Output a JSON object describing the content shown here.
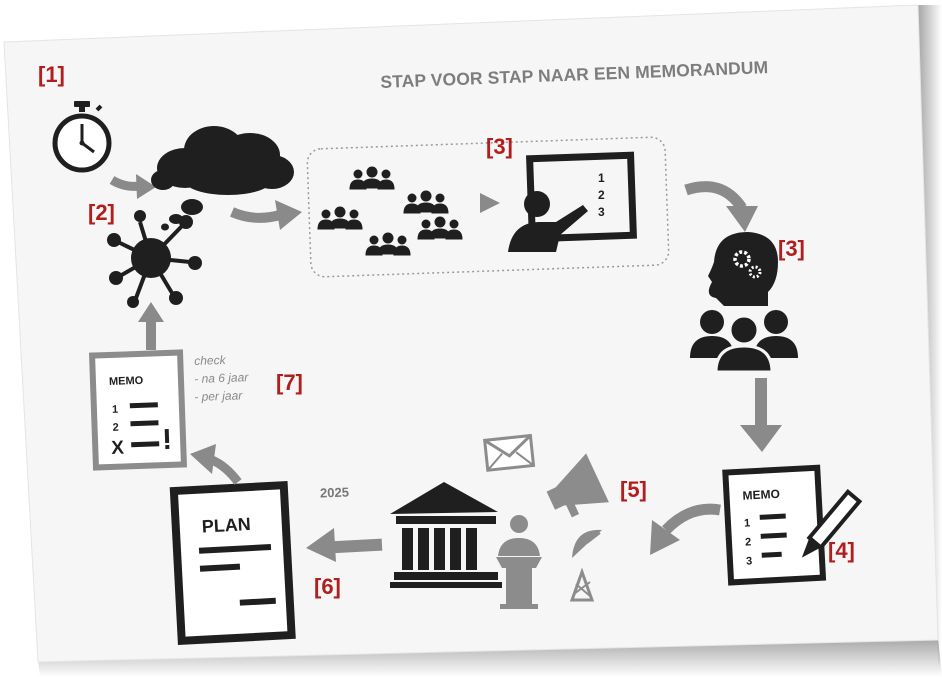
{
  "title": "STAP VOOR STAP NAAR EEN MEMORANDUM",
  "labels": {
    "s1": "[1]",
    "s2": "[2]",
    "s3a": "[3]",
    "s3b": "[3]",
    "s4": "[4]",
    "s5": "[5]",
    "s6": "[6]",
    "s7": "[7]"
  },
  "check_note": {
    "line1": "check",
    "line2": "- na 6 jaar",
    "line3": "- per jaar"
  },
  "year": "2025",
  "board_numbers": [
    "1",
    "2",
    "3"
  ],
  "memo_main": {
    "heading": "MEMO",
    "rows": [
      "1",
      "2",
      "3"
    ]
  },
  "memo_small": {
    "heading": "MEMO",
    "rows": [
      "1",
      "2",
      "X"
    ]
  },
  "plan_heading": "PLAN",
  "colors": {
    "label_red": "#b01e1e",
    "icon_dark": "#1f1f1f",
    "icon_gray": "#8c8c8c",
    "arrow_gray": "#8a8a8a"
  }
}
